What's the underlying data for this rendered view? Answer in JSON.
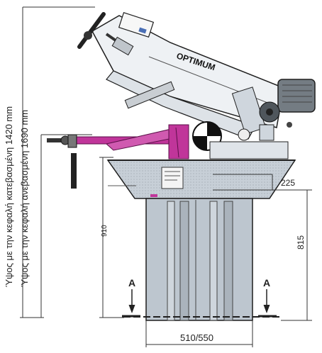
{
  "labels": {
    "brand": "OPTIMUM",
    "height_lowered": "Ύψος με την κεφαλή κατεβασμένη 1420 mm",
    "height_raised": "Ύψος με την κεφαλή ανεβασμένη 1690 mm",
    "dim_910": "910",
    "dim_815": "815",
    "dim_225": "225",
    "dim_base": "510/550",
    "section_left": "A",
    "section_right": "A"
  },
  "colors": {
    "steel": "#b9c2cc",
    "steel_dark": "#8f99a3",
    "outline": "#1f1f1f",
    "magenta": "#c0359a",
    "head": "#e9ecef",
    "motor": "#6d757c",
    "line": "#333333"
  }
}
